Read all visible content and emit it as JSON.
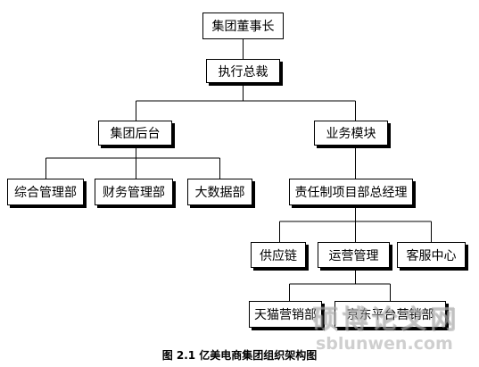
{
  "chart": {
    "nodes": {
      "chairman": "集团董事长",
      "ceo": "执行总裁",
      "backoffice": "集团后台",
      "business": "业务模块",
      "general_mgmt": "综合管理部",
      "finance": "财务管理部",
      "bigdata": "大数据部",
      "project_gm": "责任制项目部总经理",
      "supply": "供应链",
      "operations": "运营管理",
      "customer_service": "客服中心",
      "tmall": "天猫营销部",
      "jd": "京东平台营销部"
    }
  },
  "caption": "图 2.1  亿美电商集团组织架构图",
  "watermark": {
    "main": "硕博论文网",
    "url": "sblunwen.com"
  }
}
